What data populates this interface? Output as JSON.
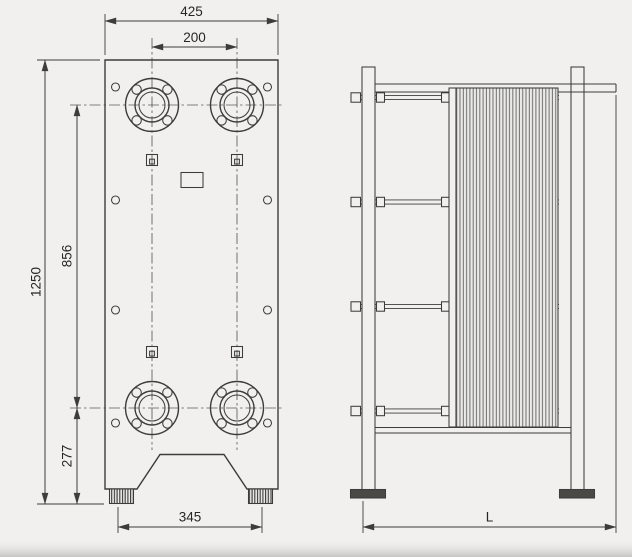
{
  "drawing": {
    "type": "technical-drawing",
    "subject": "plate-heat-exchanger-dimensional-drawing",
    "background_color": "#f1f0ee",
    "line_color": "#3c3c3c",
    "front_view": {
      "dimensions": {
        "top_width": "425",
        "port_horizontal_spacing": "200",
        "overall_height": "1250",
        "port_vertical_spacing": "856",
        "lower_port_height": "277",
        "foot_width": "345"
      }
    },
    "side_view": {
      "dimensions": {
        "frame_length": "L"
      }
    }
  }
}
